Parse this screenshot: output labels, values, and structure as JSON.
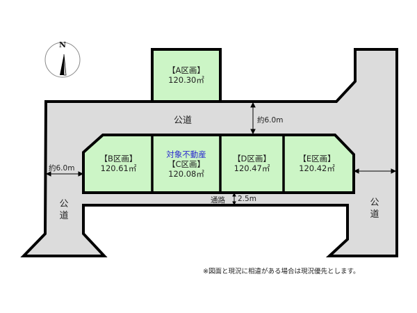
{
  "compass": {
    "label": "N",
    "icon": "north-arrow-icon"
  },
  "colors": {
    "lot_fill": "#ccf5c6",
    "road_fill": "#dcdcdc",
    "outline": "#000000",
    "target_label": "#2a2ad0"
  },
  "lots": [
    {
      "id": "A",
      "title": "【A区画】",
      "area": "120.30㎡"
    },
    {
      "id": "B",
      "title": "【B区画】",
      "area": "120.61㎡"
    },
    {
      "id": "C",
      "tag": "対象不動産",
      "title": "【C区画】",
      "area": "120.08㎡"
    },
    {
      "id": "D",
      "title": "【D区画】",
      "area": "120.47㎡"
    },
    {
      "id": "E",
      "title": "【E区画】",
      "area": "120.42㎡"
    }
  ],
  "roads": {
    "top": "公道",
    "left": "公道",
    "right": "公道"
  },
  "dimensions": {
    "top_road_width": "約6.0m",
    "left_road_width": "約6.0m",
    "passage": "通路",
    "passage_width": "2.5m"
  },
  "note": "※図面と現況に相違がある場合は現況優先とします。"
}
